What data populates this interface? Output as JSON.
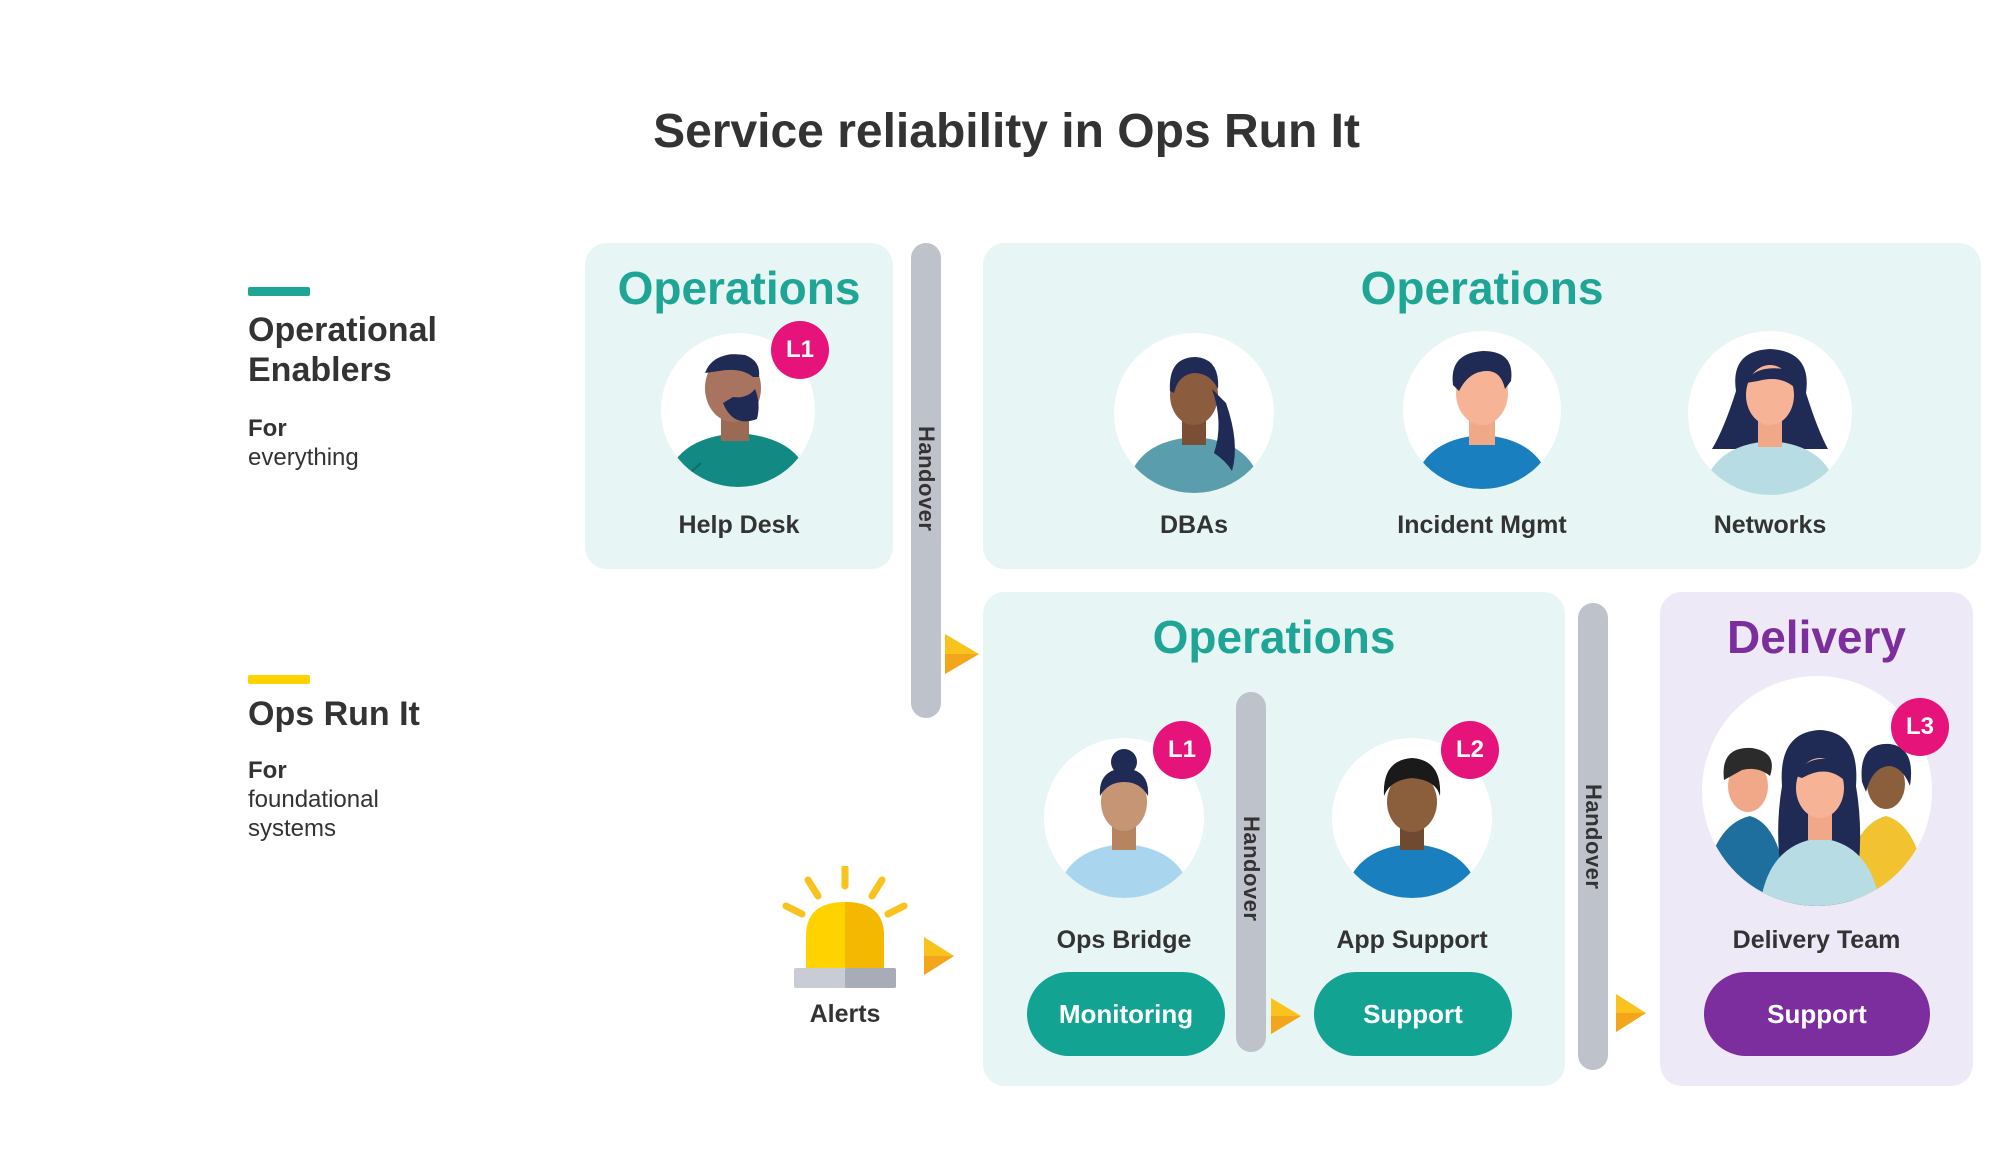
{
  "title": "Service reliability in Ops Run It",
  "colors": {
    "operations": "#1fa596",
    "delivery": "#7d2e9e",
    "badge": "#e6137a",
    "enablers_bar": "#1fa596",
    "runit_bar": "#ffd200",
    "handover": "#bec2cb"
  },
  "legend": {
    "enablers": {
      "heading_line1": "Operational",
      "heading_line2": "Enablers",
      "for": "For",
      "desc": "everything"
    },
    "runit": {
      "heading": "Ops Run It",
      "for": "For",
      "desc_line1": "foundational",
      "desc_line2": "systems"
    }
  },
  "top_left_panel": {
    "title": "Operations",
    "role": {
      "label": "Help Desk",
      "badge": "L1"
    }
  },
  "top_right_panel": {
    "title": "Operations",
    "roles": [
      {
        "label": "DBAs"
      },
      {
        "label": "Incident Mgmt"
      },
      {
        "label": "Networks"
      }
    ]
  },
  "bottom_ops_panel": {
    "title": "Operations",
    "roles": [
      {
        "label": "Ops Bridge",
        "badge": "L1",
        "button": "Monitoring"
      },
      {
        "label": "App Support",
        "badge": "L2",
        "button": "Support"
      }
    ]
  },
  "delivery_panel": {
    "title": "Delivery",
    "role": {
      "label": "Delivery Team",
      "badge": "L3",
      "button": "Support"
    }
  },
  "handover_label": "Handover",
  "alerts": {
    "label": "Alerts",
    "icon": "alarm-light-icon"
  }
}
